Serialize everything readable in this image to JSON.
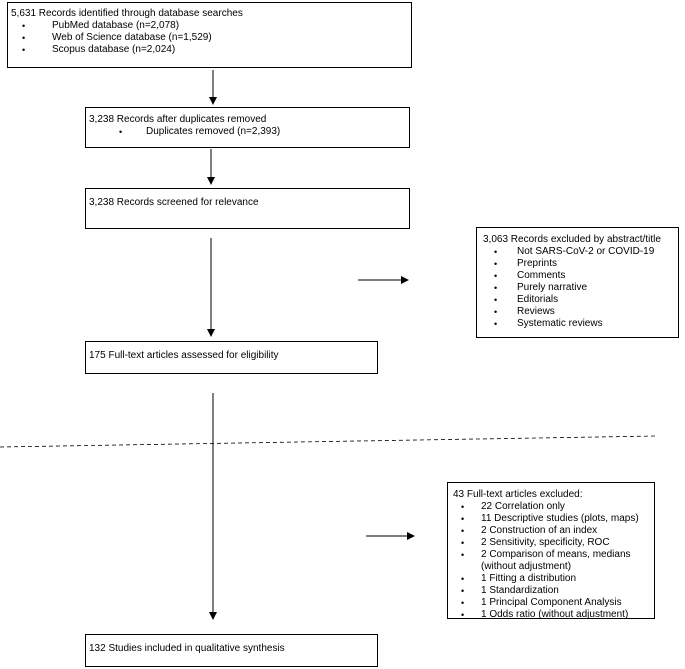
{
  "identification": {
    "title": "5,631 Records identified through database searches",
    "items": [
      "PubMed database (n=2,078)",
      "Web of Science database (n=1,529)",
      "Scopus database (n=2,024)"
    ]
  },
  "duplicates": {
    "title": "3,238 Records after duplicates removed",
    "items": [
      "Duplicates removed (n=2,393)"
    ]
  },
  "screened": {
    "title": "3,238 Records screened for relevance"
  },
  "excluded_abstract": {
    "title": "3,063 Records excluded by abstract/title",
    "items": [
      "Not SARS-CoV-2 or COVID-19",
      "Preprints",
      "Comments",
      "Purely narrative",
      "Editorials",
      "Reviews",
      "Systematic reviews"
    ]
  },
  "fulltext": {
    "title": "175 Full-text articles assessed for eligibility"
  },
  "excluded_fulltext": {
    "title": "43 Full-text articles excluded:",
    "items": [
      "22 Correlation only",
      "11 Descriptive studies (plots, maps)",
      "2 Construction of an index",
      "2 Sensitivity, specificity, ROC",
      "2 Comparison of means, medians\n(without adjustment)",
      "1 Fitting a distribution",
      "1 Standardization",
      "1 Principal Component Analysis",
      "1 Odds ratio (without adjustment)"
    ]
  },
  "included": {
    "title": "132 Studies included in qualitative synthesis"
  }
}
